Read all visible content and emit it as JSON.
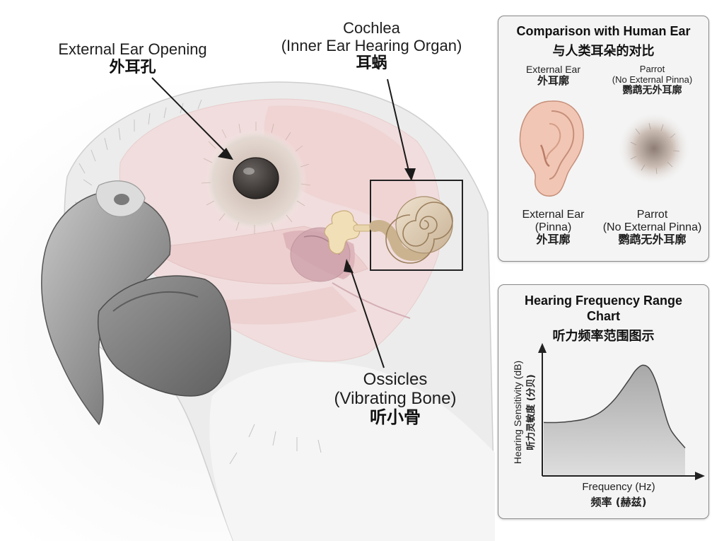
{
  "labels": {
    "external_ear_opening": {
      "en": "External Ear Opening",
      "cn": "外耳孔"
    },
    "cochlea": {
      "en1": "Cochlea",
      "en2": "(Inner Ear Hearing Organ)",
      "cn": "耳蜗"
    },
    "ossicles": {
      "en1": "Ossicles",
      "en2": "(Vibrating Bone)",
      "cn": "听小骨"
    }
  },
  "comparison_panel": {
    "title_en": "Comparison with Human Ear",
    "title_cn": "与人类耳朵的对比",
    "human_top": {
      "en": "External Ear",
      "cn": "外耳廓"
    },
    "parrot_top": {
      "en1": "Parrot",
      "en2": "(No External Pinna)",
      "cn": "鹦鹉无外耳廓"
    },
    "human_bottom": {
      "en1": "External Ear",
      "en2": "(Pinna)",
      "cn": "外耳廓"
    },
    "parrot_bottom": {
      "en1": "Parrot",
      "en2": "(No External Pinna)",
      "cn": "鹦鹉无外耳廓"
    }
  },
  "chart_panel": {
    "title_en1": "Hearing Frequency Range",
    "title_en2": "Chart",
    "title_cn": "听力频率范围图示"
  },
  "chart_data": {
    "type": "area",
    "title": "Hearing Frequency Range Chart",
    "subtitle": "听力频率范围图示",
    "xlabel": "Frequency (Hz)",
    "xlabel_cn": "频率 (赫兹)",
    "ylabel": "Hearing Sensitivity (dB)",
    "ylabel_cn": "听力灵敏度 (分贝)",
    "x": [
      0,
      0.1,
      0.2,
      0.3,
      0.4,
      0.5,
      0.6,
      0.65,
      0.7,
      0.75,
      0.8,
      0.85,
      0.9,
      1.0
    ],
    "values": [
      0.42,
      0.42,
      0.43,
      0.45,
      0.5,
      0.6,
      0.75,
      0.83,
      0.87,
      0.84,
      0.72,
      0.52,
      0.36,
      0.22
    ],
    "xlim": [
      0,
      1.08
    ],
    "ylim": [
      0,
      1.0
    ],
    "grid": false,
    "fill_color": "#a8a8a8",
    "line_color": "#444444"
  }
}
